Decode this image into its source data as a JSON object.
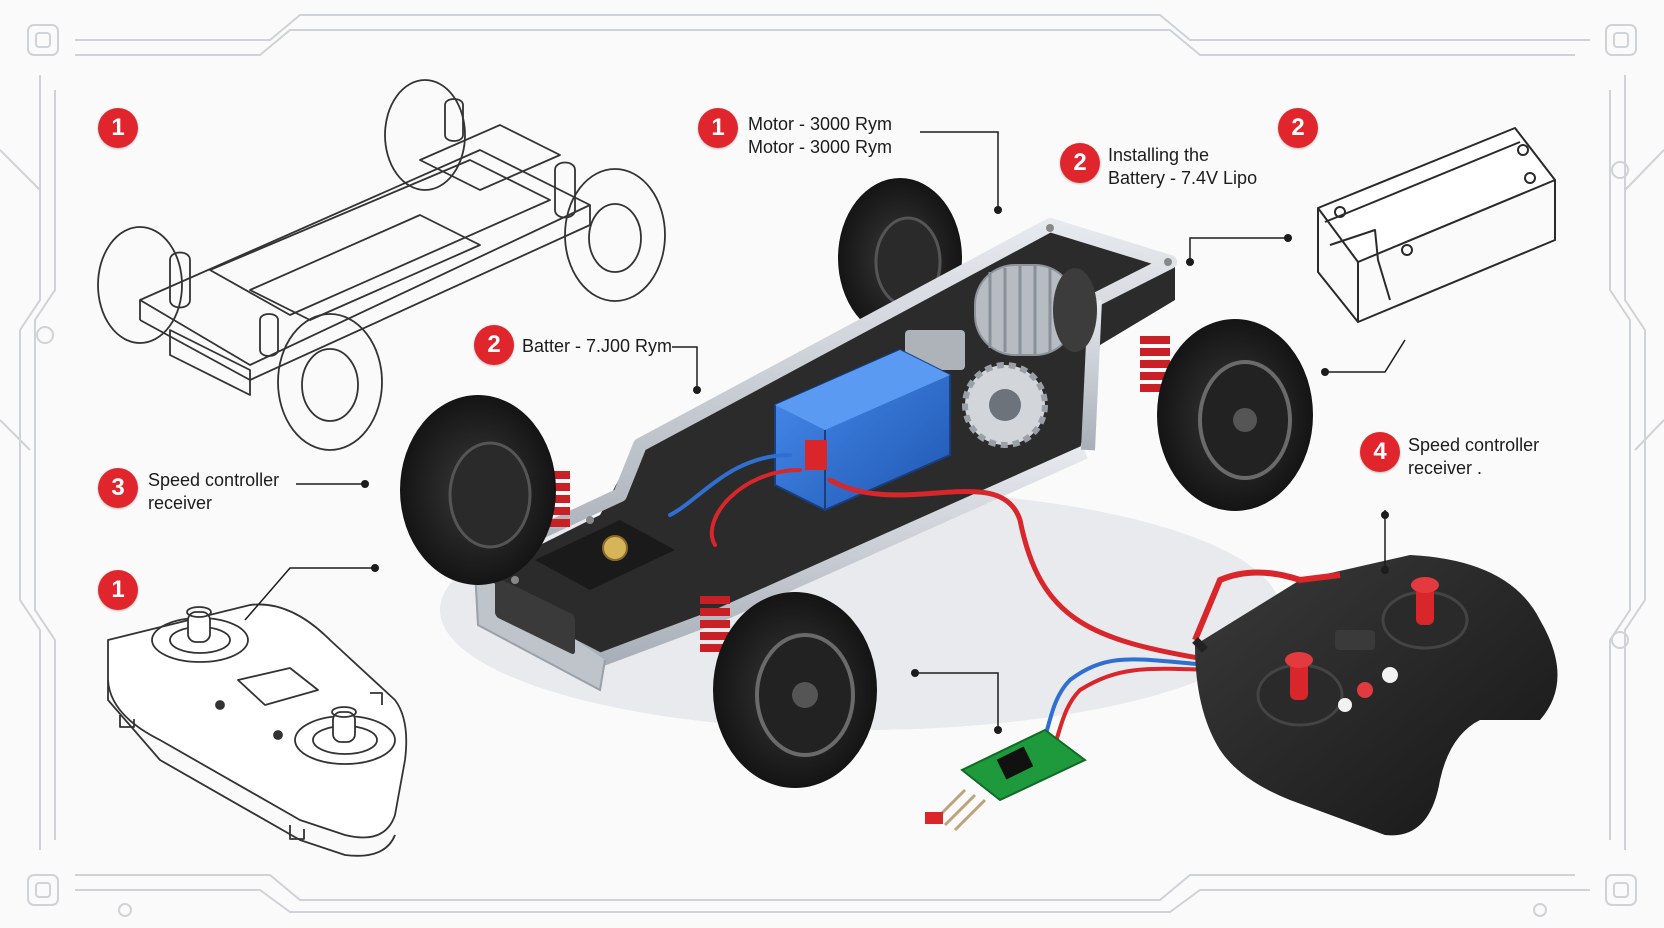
{
  "colors": {
    "badge": "#e0262c",
    "frame": "#c9ccd1",
    "chassis_metal": "#c7ccd3",
    "battery": "#2b73d6",
    "wire_red": "#d8262a",
    "wire_blue": "#2f6fd0",
    "spring": "#c82025",
    "tire": "#1b1b1b",
    "board": "#1e9a3c"
  },
  "callouts": [
    {
      "id": "motor",
      "badge": "1",
      "lines": [
        "Motor - 3000 Rym",
        "Motor - 3000 Rym"
      ]
    },
    {
      "id": "installing",
      "badge": "2",
      "lines": [
        "Installing the",
        "Battery - 7.4V Lipo"
      ]
    },
    {
      "id": "battery",
      "badge": "2",
      "lines": [
        "Batter - 7.J00 Rym"
      ]
    },
    {
      "id": "speed-left",
      "badge": "3",
      "lines": [
        "Speed controller",
        "receiver"
      ]
    },
    {
      "id": "speed-right",
      "badge": "4",
      "lines": [
        "Speed controller",
        "receiver ."
      ]
    }
  ],
  "standalone_badges": {
    "chassis_sketch": "1",
    "controller_sketch": "1",
    "battery_sketch": "2"
  }
}
